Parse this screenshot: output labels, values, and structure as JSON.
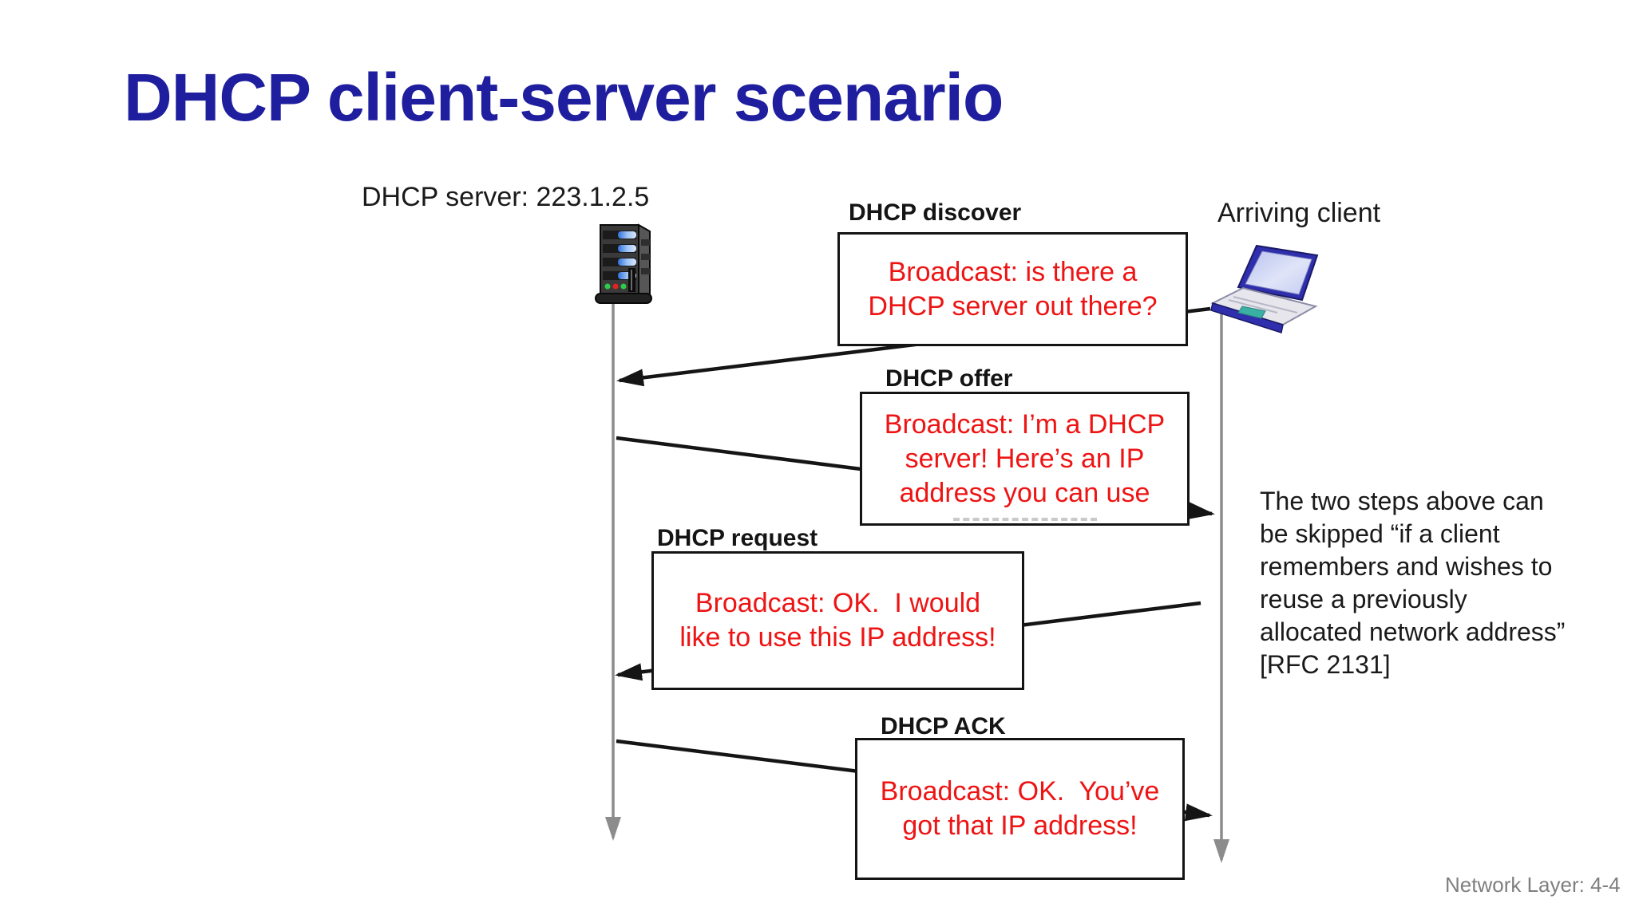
{
  "slide": {
    "title": "DHCP client-server scenario",
    "footer": "Network Layer: 4-4"
  },
  "actors": {
    "server": {
      "label": "DHCP server: 223.1.2.5",
      "icon": "server-tower-icon"
    },
    "client": {
      "label": "Arriving client",
      "icon": "laptop-icon"
    }
  },
  "messages": [
    {
      "id": "discover",
      "label": "DHCP discover",
      "lines": [
        "Broadcast: is there a",
        "DHCP server out there?"
      ],
      "direction": "client-to-server"
    },
    {
      "id": "offer",
      "label": "DHCP offer",
      "lines": [
        "Broadcast: I’m a DHCP",
        "server! Here’s an IP",
        "address you can use"
      ],
      "direction": "server-to-client"
    },
    {
      "id": "request",
      "label": "DHCP request",
      "lines": [
        "Broadcast: OK.  I would",
        "like to use this IP address!"
      ],
      "direction": "client-to-server"
    },
    {
      "id": "ack",
      "label": "DHCP ACK",
      "lines": [
        "Broadcast: OK.  You’ve",
        "got that IP address!"
      ],
      "direction": "server-to-client"
    }
  ],
  "note": {
    "lines": [
      "The two steps above can",
      "be skipped “if a client",
      "remembers and wishes to",
      "reuse a previously",
      "allocated network address”",
      "[RFC 2131]"
    ]
  },
  "colors": {
    "title": "#1e1e9e",
    "message_text": "#ee1414",
    "box_border": "#141414",
    "arrow": "#151515",
    "timeline": "#8c8c8c",
    "footer_text": "#7f7f7f"
  }
}
